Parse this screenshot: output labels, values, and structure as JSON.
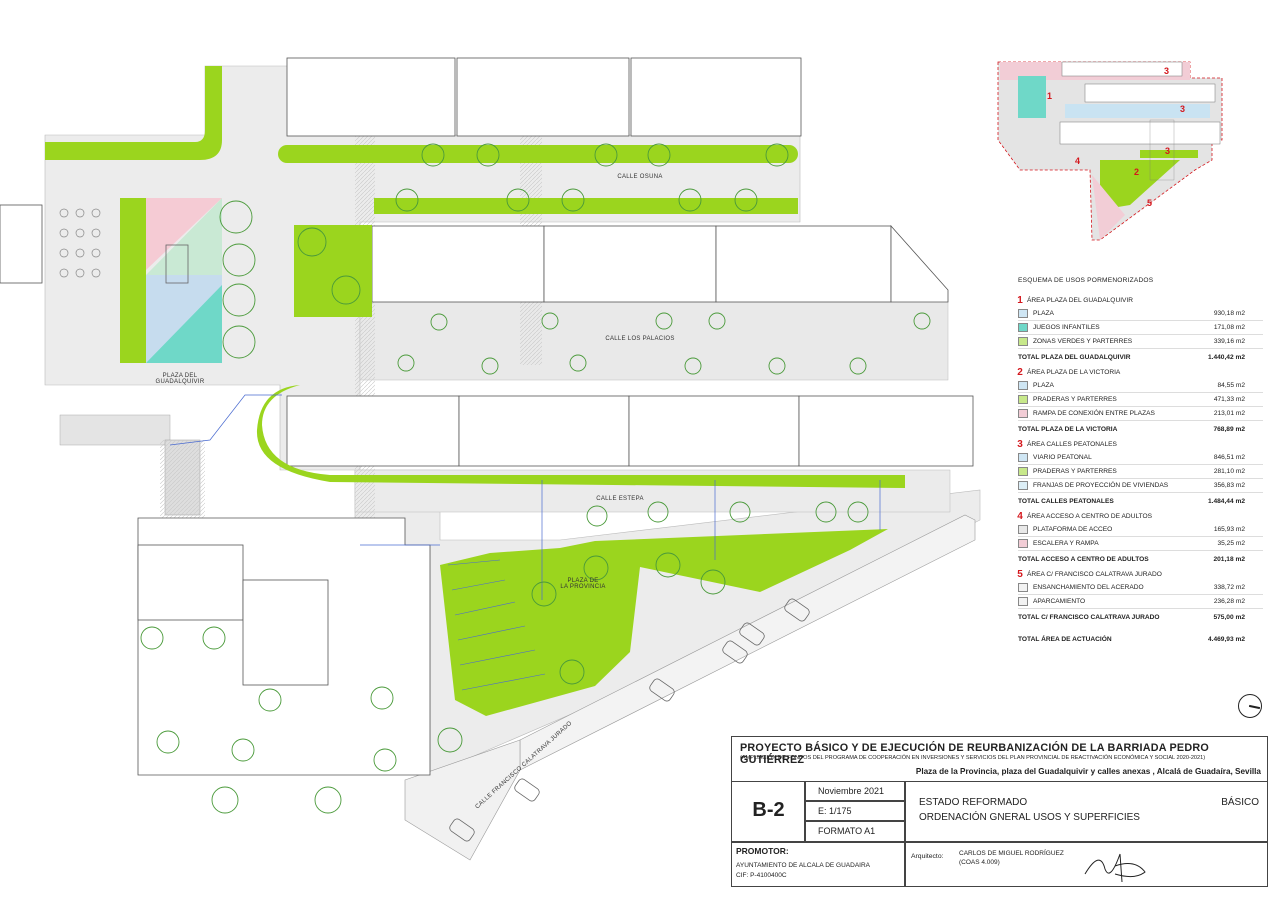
{
  "plan_labels": {
    "calle_osuna": "CALLE OSUNA",
    "calle_los_palacios": "CALLE LOS PALACIOS",
    "calle_estepa": "CALLE ESTEPA",
    "plaza_guadalquivir": "PLAZA DEL\nGUADALQUIVIR",
    "plaza_provincia": "PLAZA DE\nLA PROVINCIA",
    "calle_francisco": "CALLE FRANCISCO CALATRAVA JURADO"
  },
  "keymap_numbers": [
    "1",
    "3",
    "3",
    "3",
    "2",
    "4",
    "5"
  ],
  "legend": {
    "title": "ESQUEMA DE USOS PORMENORIZADOS",
    "sections": [
      {
        "num": "1",
        "name": "ÁREA PLAZA DEL GUADALQUIVIR",
        "rows": [
          {
            "label": "PLAZA",
            "value": "930,18 m2",
            "color": "#cfe6f4"
          },
          {
            "label": "JUEGOS INFANTILES",
            "value": "171,08 m2",
            "color": "#6fd8c8"
          },
          {
            "label": "ZONAS VERDES Y PARTERRES",
            "value": "339,16 m2",
            "color": "#c7e88a"
          }
        ],
        "total_label": "TOTAL PLAZA DEL GUADALQUIVIR",
        "total_value": "1.440,42 m2"
      },
      {
        "num": "2",
        "name": "ÁREA PLAZA DE LA VICTORIA",
        "rows": [
          {
            "label": "PLAZA",
            "value": "84,55 m2",
            "color": "#cfe6f4"
          },
          {
            "label": "PRADERAS Y PARTERRES",
            "value": "471,33 m2",
            "color": "#c7e88a"
          },
          {
            "label": "RAMPA DE CONEXIÓN ENTRE PLAZAS",
            "value": "213,01 m2",
            "color": "#f2cdd6"
          }
        ],
        "total_label": "TOTAL PLAZA DE LA VICTORIA",
        "total_value": "768,89 m2"
      },
      {
        "num": "3",
        "name": "ÁREA CALLES PEATONALES",
        "rows": [
          {
            "label": "VIARIO PEATONAL",
            "value": "846,51 m2",
            "color": "#cfe6f4"
          },
          {
            "label": "PRADERAS Y PARTERRES",
            "value": "281,10 m2",
            "color": "#c7e88a"
          },
          {
            "label": "FRANJAS DE PROYECCIÓN DE VIVIENDAS",
            "value": "356,83 m2",
            "color": "#dceef6"
          }
        ],
        "total_label": "TOTAL CALLES PEATONALES",
        "total_value": "1.484,44 m2"
      },
      {
        "num": "4",
        "name": "ÁREA ACCESO A CENTRO DE ADULTOS",
        "rows": [
          {
            "label": "PLATAFORMA DE ACCEO",
            "value": "165,93 m2",
            "color": "#e8e8e8"
          },
          {
            "label": "ESCALERA Y RAMPA",
            "value": "35,25 m2",
            "color": "#f2cdd6"
          }
        ],
        "total_label": "TOTAL ACCESO A CENTRO DE ADULTOS",
        "total_value": "201,18 m2"
      },
      {
        "num": "5",
        "name": "ÁREA C/ FRANCISCO CALATRAVA JURADO",
        "rows": [
          {
            "label": "ENSANCHAMIENTO DEL ACERADO",
            "value": "338,72 m2",
            "color": "#f2f2f2"
          },
          {
            "label": "APARCAMIENTO",
            "value": "236,28 m2",
            "color": "#f2f2f2"
          }
        ],
        "total_label": "TOTAL C/ FRANCISCO CALATRAVA JURADO",
        "total_value": "575,00 m2"
      }
    ],
    "grand_total_label": "TOTAL ÁREA DE ACTUACIÓN",
    "grand_total_value": "4.469,93 m2"
  },
  "title_block": {
    "title": "PROYECTO BÁSICO Y DE EJECUCIÓN DE REURBANIZACIÓN DE LA BARRIADA PEDRO GUTIÉRREZ",
    "subtitle": "(AMPLIACIÓN DE FONDOS DEL PROGRAMA DE COOPERACIÓN EN INVERSIONES Y SERVICIOS DEL PLAN PROVINCIAL DE REACTIVACIÓN ECONÓMICA Y SOCIAL 2020-2021)",
    "location": "Plaza de la Provincia, plaza del Guadalquivir y calles anexas , Alcalá de Guadaíra, Sevilla",
    "sheet_code": "B-2",
    "date": "Noviembre 2021",
    "scale": "E: 1/175",
    "format": "FORMATO A1",
    "sheet_title_1": "ESTADO REFORMADO",
    "sheet_title_2": "ORDENACIÓN GNERAL USOS Y SUPERFICIES",
    "phase": "BÁSICO",
    "promotor_label": "PROMOTOR:",
    "promotor_name": "AYUNTAMIENTO DE ALCALA DE GUADAIRA",
    "promotor_cif": "CIF: P-4100400C",
    "arquitecto_label": "Arquitecto:",
    "arquitecto_name": "CARLOS DE MIGUEL RODRÍGUEZ",
    "arquitecto_num": "(COAS 4.009)"
  }
}
